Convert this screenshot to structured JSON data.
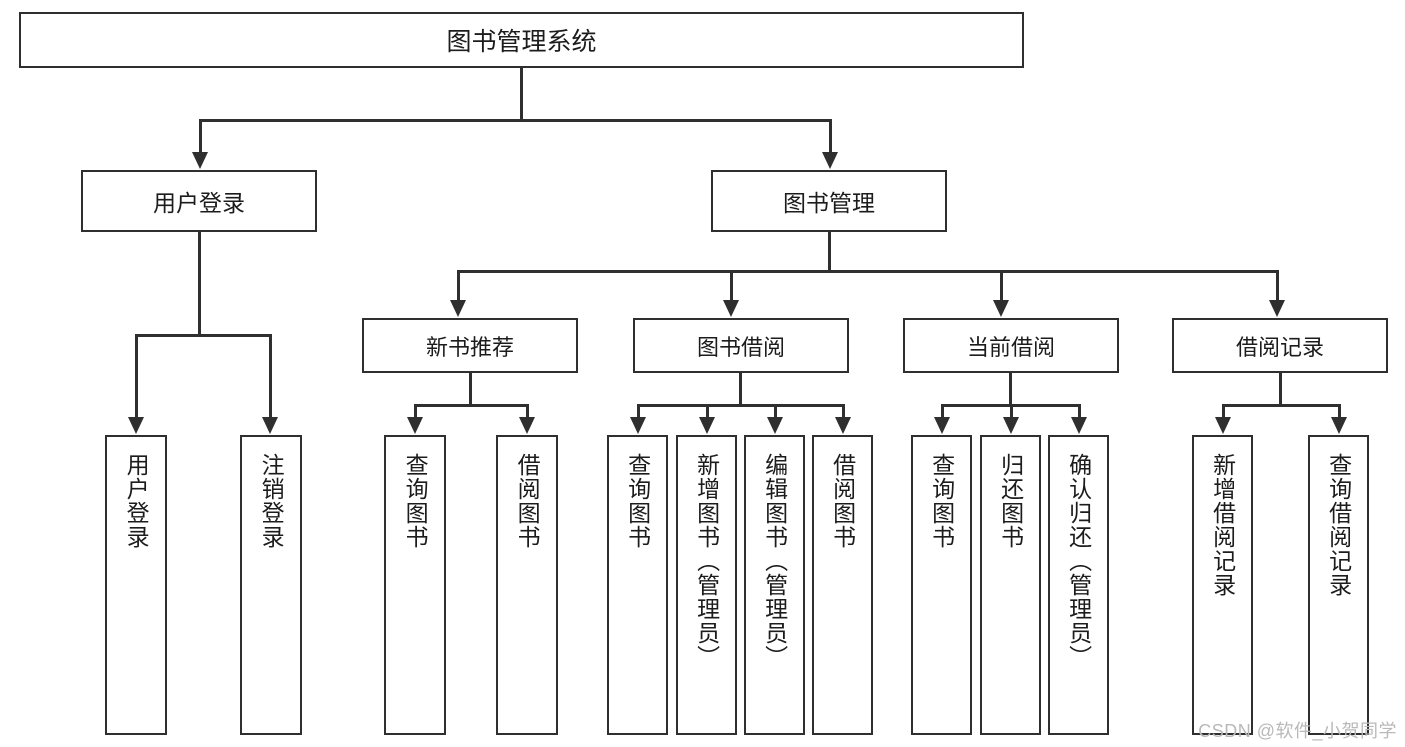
{
  "diagram": {
    "type": "tree-hierarchy",
    "root": {
      "label": "图书管理系统"
    },
    "level1": [
      {
        "label": "用户登录"
      },
      {
        "label": "图书管理"
      }
    ],
    "level2": [
      {
        "label": "新书推荐"
      },
      {
        "label": "图书借阅"
      },
      {
        "label": "当前借阅"
      },
      {
        "label": "借阅记录"
      }
    ],
    "leaves": {
      "user_login": [
        {
          "label": "用户登录"
        },
        {
          "label": "注销登录"
        }
      ],
      "new_book_rec": [
        {
          "label": "查询图书"
        },
        {
          "label": "借阅图书"
        }
      ],
      "book_borrow": [
        {
          "label": "查询图书"
        },
        {
          "label": "新增图书（管理员）"
        },
        {
          "label": "编辑图书（管理员）"
        },
        {
          "label": "借阅图书"
        }
      ],
      "current_borrow": [
        {
          "label": "查询图书"
        },
        {
          "label": "归还图书"
        },
        {
          "label": "确认归还（管理员）"
        }
      ],
      "borrow_record": [
        {
          "label": "新增借阅记录"
        },
        {
          "label": "查询借阅记录"
        }
      ]
    }
  },
  "watermark": {
    "text": "CSDN @软件_小贺同学"
  },
  "colors": {
    "stroke": "#2f2f2f",
    "box_fill": "#ffffff",
    "text": "#1c1c1c",
    "watermark": "#b9b9b9"
  }
}
